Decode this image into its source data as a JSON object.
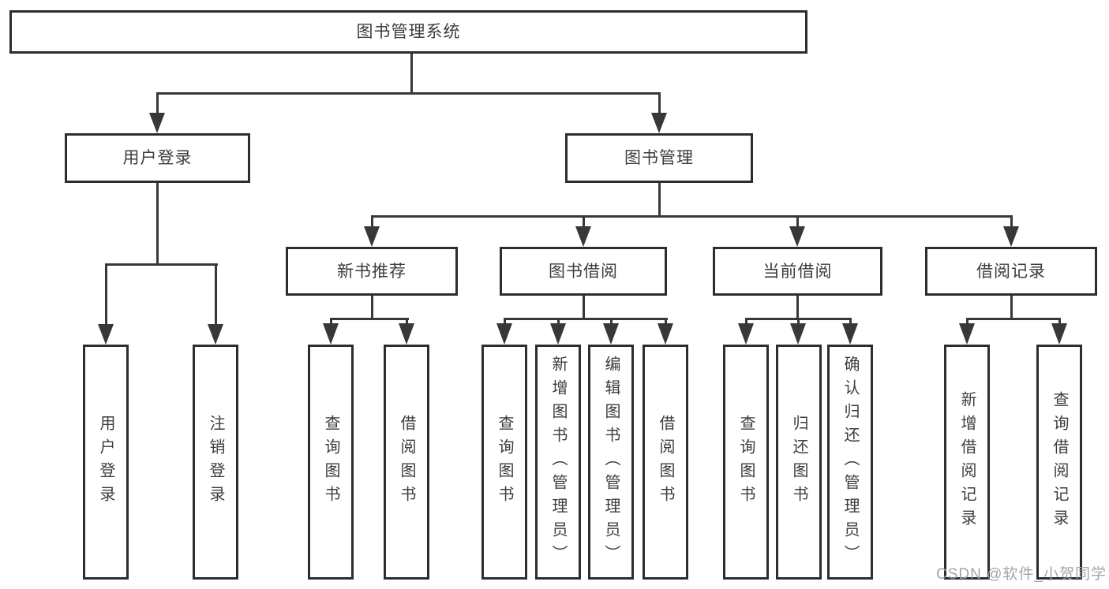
{
  "diagram": {
    "root": {
      "label": "图书管理系统"
    },
    "level1": [
      {
        "label": "用户登录"
      },
      {
        "label": "图书管理"
      }
    ],
    "level2": [
      {
        "label": "新书推荐"
      },
      {
        "label": "图书借阅"
      },
      {
        "label": "当前借阅"
      },
      {
        "label": "借阅记录"
      }
    ],
    "leaves": {
      "login": [
        {
          "label": "用户登录"
        },
        {
          "label": "注销登录"
        }
      ],
      "recommend": [
        {
          "label": "查询图书"
        },
        {
          "label": "借阅图书"
        }
      ],
      "borrow": [
        {
          "label": "查询图书"
        },
        {
          "label": "新增图书（管理员）"
        },
        {
          "label": "编辑图书（管理员）"
        },
        {
          "label": "借阅图书"
        }
      ],
      "current": [
        {
          "label": "查询图书"
        },
        {
          "label": "归还图书"
        },
        {
          "label": "确认归还（管理员）"
        }
      ],
      "records": [
        {
          "label": "新增借阅记录"
        },
        {
          "label": "查询借阅记录"
        }
      ]
    }
  },
  "watermark": {
    "text": "CSDN @软件_小贺同学"
  },
  "colors": {
    "line": "#383838",
    "box_border": "#2d2d2d",
    "text": "#3d3d3d",
    "watermark": "#9e9e9e",
    "background": "#ffffff"
  }
}
